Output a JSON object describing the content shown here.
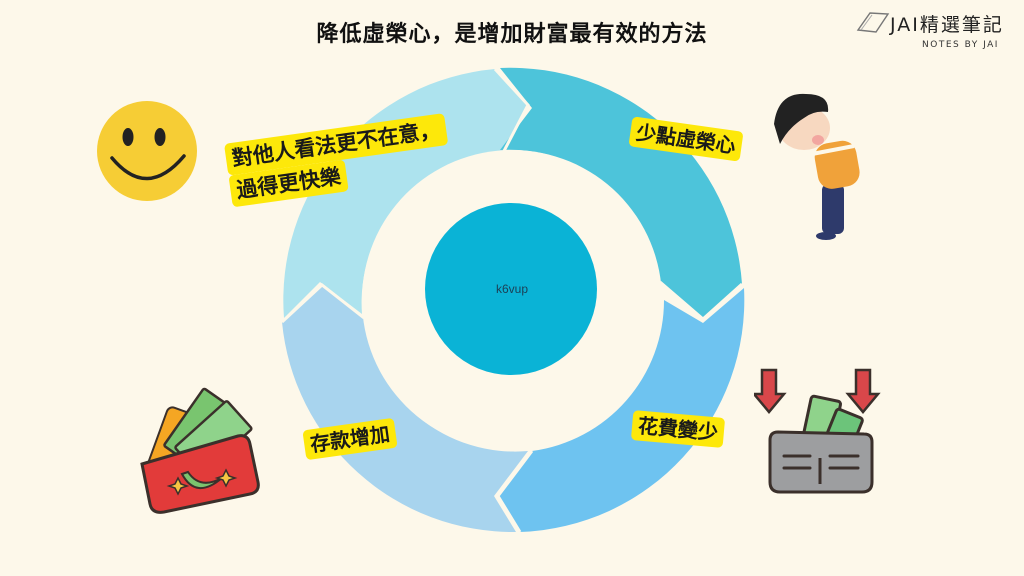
{
  "title": "降低虛榮心，是增加財富最有效的方法",
  "logo": {
    "brand": "JAI精選筆記",
    "subtitle": "NOTES BY JAI",
    "icon": "notebook-icon"
  },
  "diagram": {
    "type": "cycle",
    "center_label": "k6vup",
    "colors": {
      "background": "#fdf8ea",
      "center": "#0ab3d6",
      "segment_top_right": "#4dc4da",
      "segment_bottom_right": "#6ec3f0",
      "segment_bottom_left": "#a8d4ee",
      "segment_top_left": "#ade3ee",
      "label_highlight": "#fde80a"
    },
    "steps": [
      {
        "label": "少點虛榮心",
        "position": "top-right",
        "illustration": "bowing-boy-icon"
      },
      {
        "label": "花費變少",
        "position": "bottom-right",
        "illustration": "wallet-down-arrows-icon"
      },
      {
        "label": "存款增加",
        "position": "bottom-left",
        "illustration": "red-wallet-cash-icon"
      },
      {
        "label_line1": "對他人看法更不在意，",
        "label_line2": "過得更快樂",
        "position": "top-left",
        "illustration": "smiley-face-icon"
      }
    ]
  }
}
